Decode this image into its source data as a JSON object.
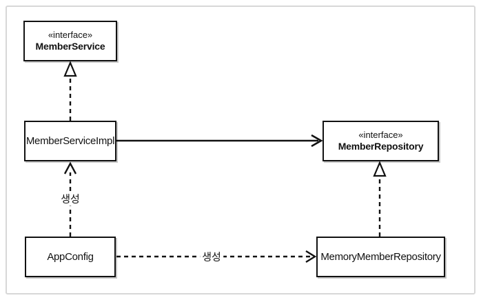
{
  "diagram": {
    "kind": "uml-class-diagram",
    "nodes": {
      "member_service": {
        "stereotype": "«interface»",
        "name": "MemberService"
      },
      "member_service_impl": {
        "name": "MemberServiceImpl"
      },
      "member_repository": {
        "stereotype": "«interface»",
        "name": "MemberRepository"
      },
      "app_config": {
        "name": "AppConfig"
      },
      "memory_member_repository": {
        "name": "MemoryMemberRepository"
      }
    },
    "edges": [
      {
        "from": "MemberServiceImpl",
        "to": "MemberService",
        "relation": "realization",
        "line": "dashed",
        "arrowhead": "hollow-triangle",
        "label": ""
      },
      {
        "from": "MemberServiceImpl",
        "to": "MemberRepository",
        "relation": "dependency",
        "line": "solid",
        "arrowhead": "open",
        "label": ""
      },
      {
        "from": "AppConfig",
        "to": "MemberServiceImpl",
        "relation": "creates",
        "line": "dashed",
        "arrowhead": "open",
        "label": "생성"
      },
      {
        "from": "MemoryMemberRepository",
        "to": "MemberRepository",
        "relation": "realization",
        "line": "dashed",
        "arrowhead": "hollow-triangle",
        "label": ""
      },
      {
        "from": "AppConfig",
        "to": "MemoryMemberRepository",
        "relation": "creates",
        "line": "dashed",
        "arrowhead": "open",
        "label": "생성"
      }
    ],
    "colors": {
      "box_border": "#111111",
      "box_fill": "#ffffff",
      "line": "#111111",
      "frame_border": "#d7d7d7",
      "background": "#ffffff"
    }
  }
}
